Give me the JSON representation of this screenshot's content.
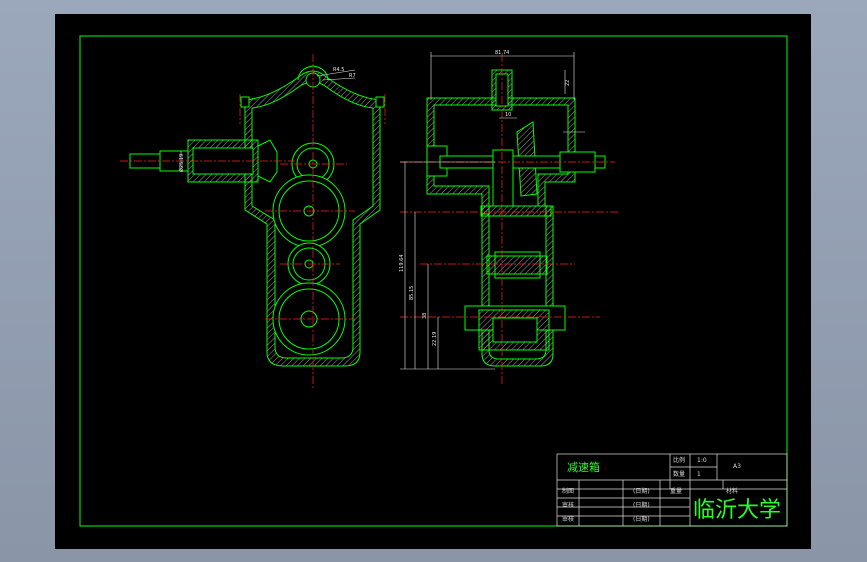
{
  "colors": {
    "background": "#8e99ad",
    "sheet": "#000000",
    "outline": "#00ff00",
    "centerline": "#ff2020",
    "dimension": "#e8e8e8",
    "hatch": "#c0c0c0"
  },
  "dimensions": {
    "radius_small": "R4.5",
    "radius_outer": "R7",
    "top_width": "81.74",
    "height_1": "119.64",
    "height_2": "85.15",
    "height_3": "38",
    "height_4": "22.19",
    "shaft_dia": "Ø25.19",
    "small_a": "22",
    "small_b": "10"
  },
  "title_block": {
    "drawing_name": "减速箱",
    "scale_label": "比例",
    "scale_value": "1:0",
    "quantity_label": "数量",
    "quantity_value": "1",
    "sheet_code": "A3",
    "drawn_label": "制图",
    "check_label": "审核",
    "approve_label": "审核",
    "date_1": "(日期)",
    "date_2": "(日期)",
    "date_3": "(日期)",
    "weight_label": "重量",
    "material_label": "材料",
    "school": "临沂大学"
  }
}
